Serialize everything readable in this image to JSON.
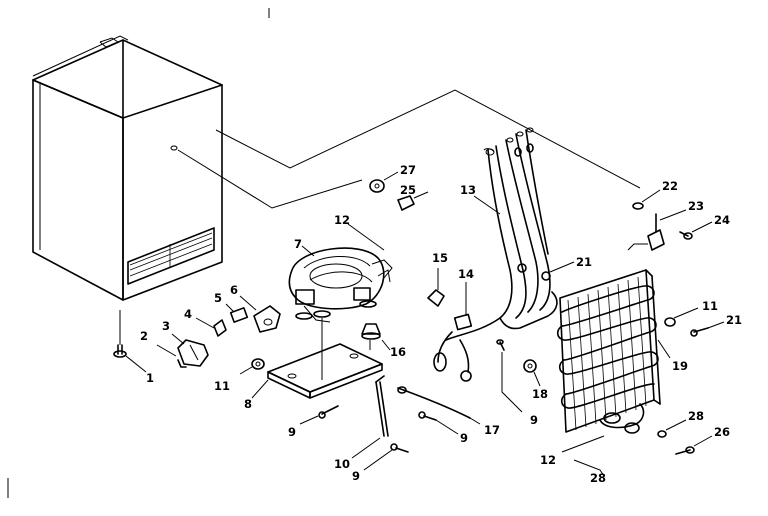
{
  "callouts": {
    "c1": "1",
    "c2": "2",
    "c3": "3",
    "c4": "4",
    "c5": "5",
    "c6": "6",
    "c7": "7",
    "c8": "8",
    "c9a": "9",
    "c9b": "9",
    "c9c": "9",
    "c9d": "9",
    "c10": "10",
    "c11a": "11",
    "c11b": "11",
    "c12a": "12",
    "c12b": "12",
    "c13": "13",
    "c14": "14",
    "c15": "15",
    "c16": "16",
    "c17": "17",
    "c18": "18",
    "c19": "19",
    "c21a": "21",
    "c21b": "21",
    "c22": "22",
    "c23": "23",
    "c24": "24",
    "c25": "25",
    "c26": "26",
    "c27": "27",
    "c28a": "28",
    "c28b": "28"
  }
}
